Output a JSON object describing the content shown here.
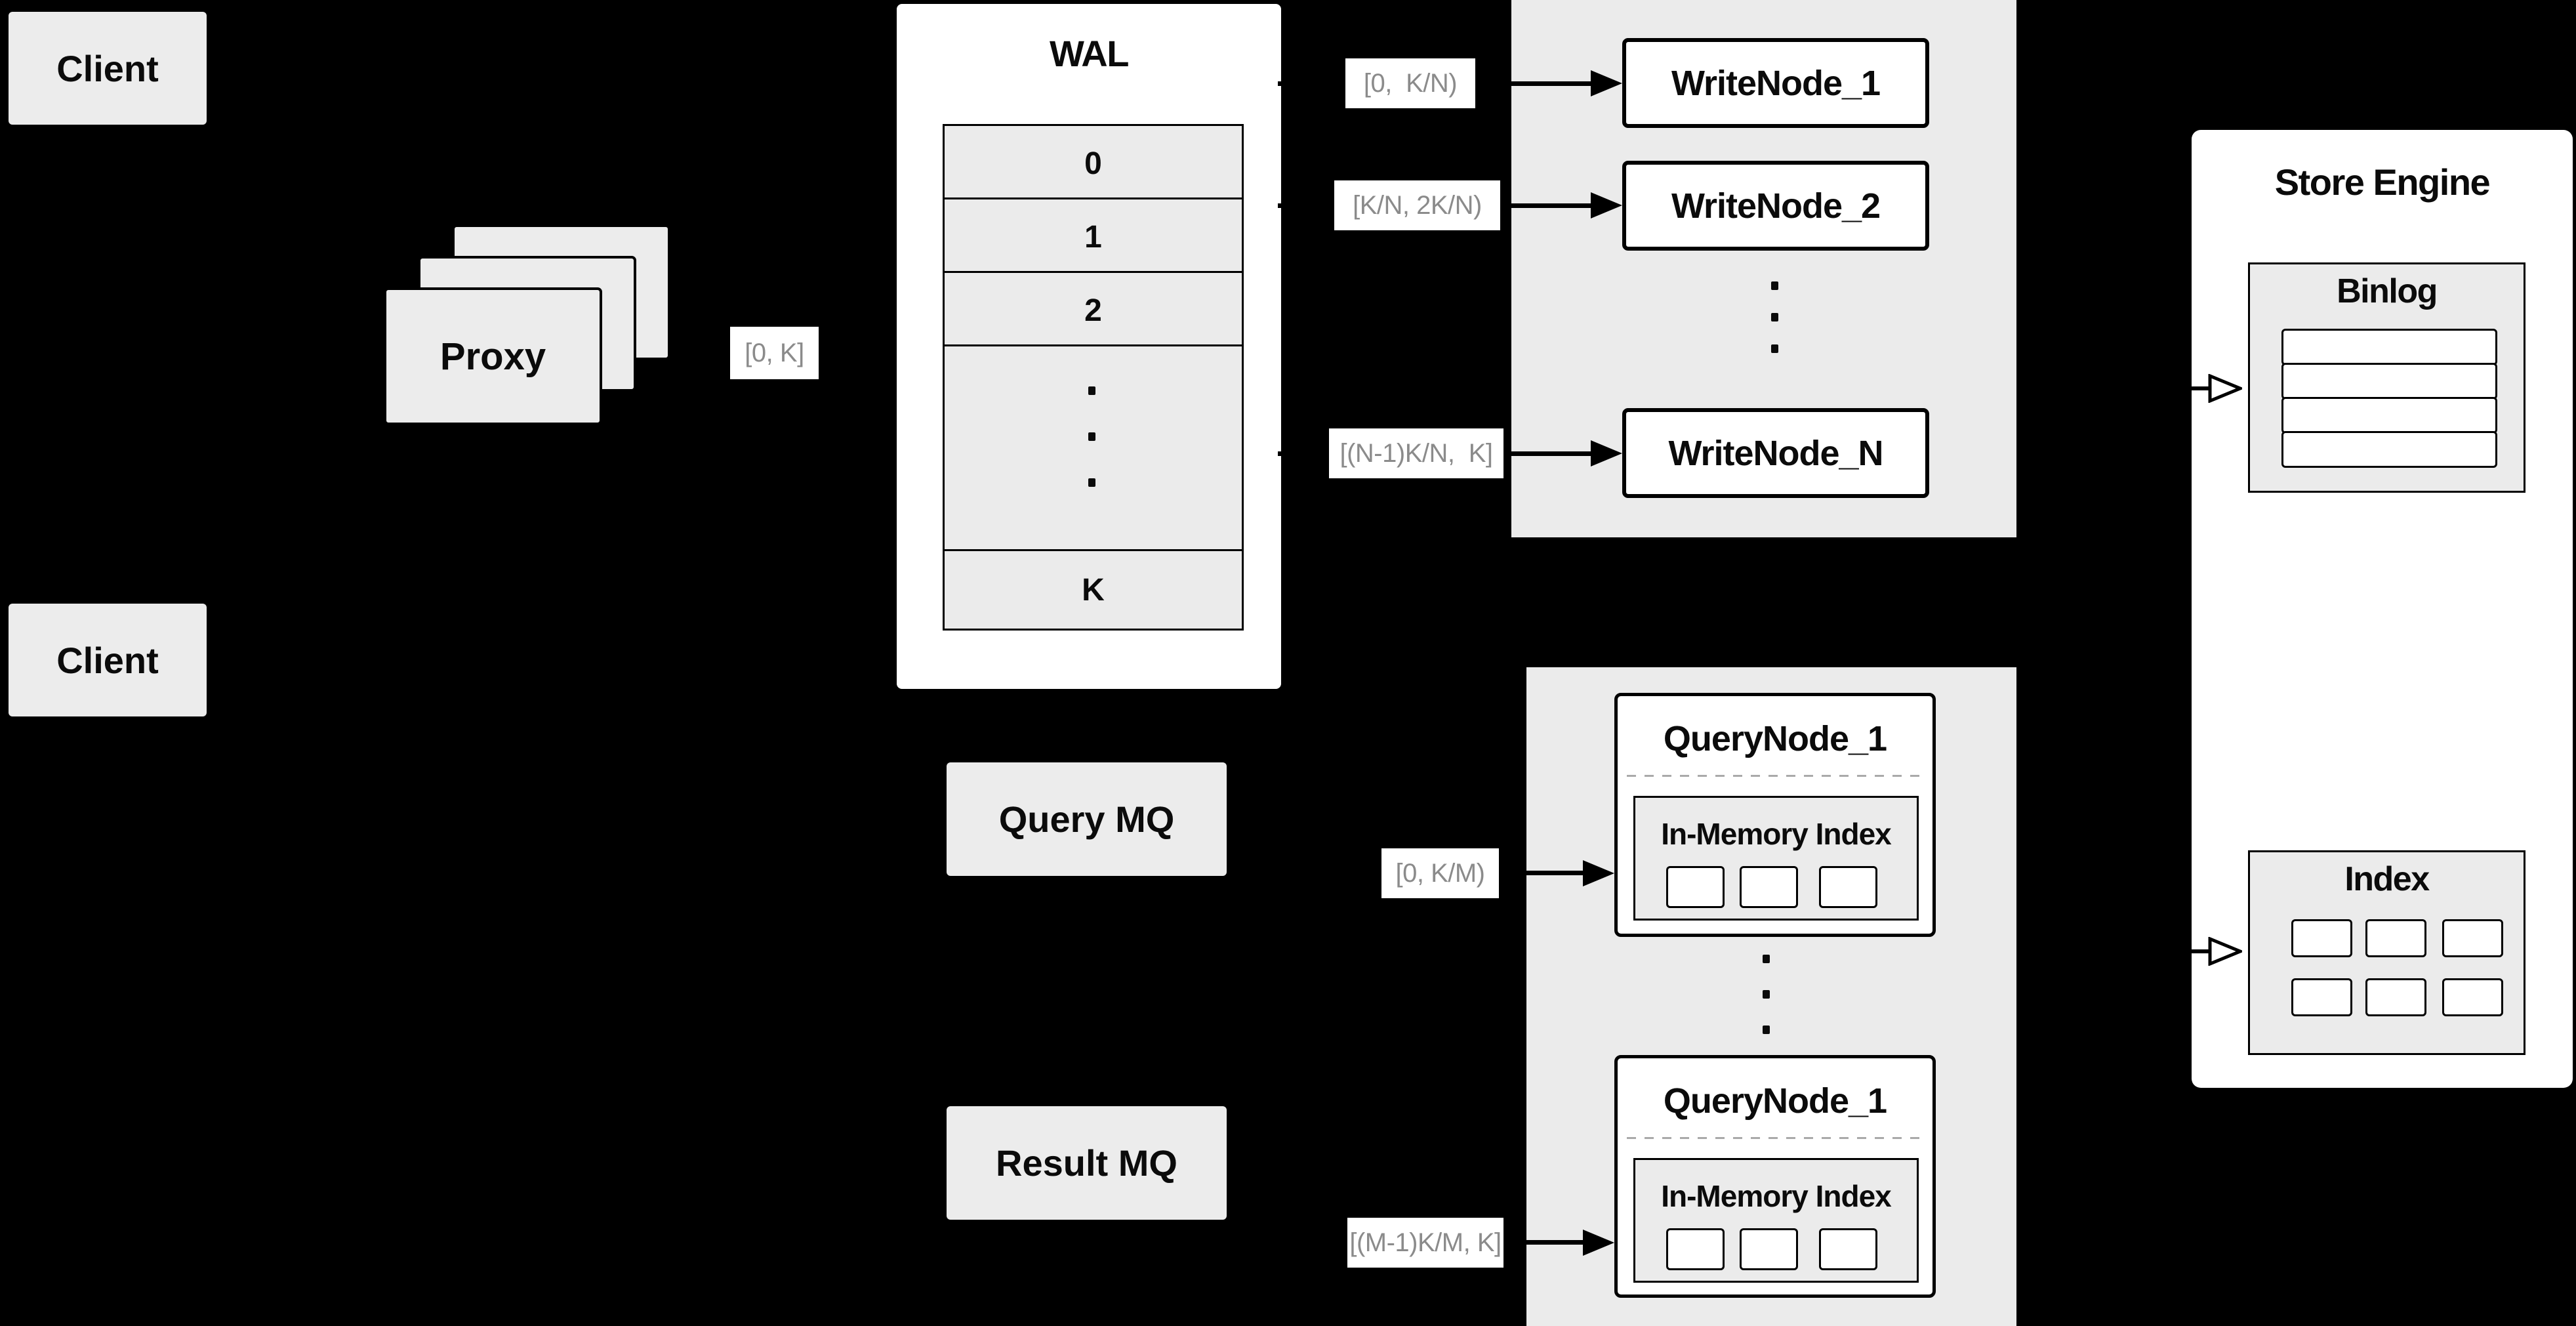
{
  "nodes": {
    "client_top": {
      "label": "Client"
    },
    "client_bottom": {
      "label": "Client"
    },
    "proxy": {
      "label": "Proxy"
    },
    "wal": {
      "title": "WAL",
      "segments": [
        "0",
        "1",
        "2"
      ],
      "last_segment": "K"
    },
    "write_group": {
      "nodes": [
        "WriteNode_1",
        "WriteNode_2",
        "WriteNode_N"
      ]
    },
    "query_mq": {
      "label": "Query MQ"
    },
    "result_mq": {
      "label": "Result MQ"
    },
    "query_group": {
      "nodes": [
        {
          "title": "QueryNode_1",
          "subbox": "In-Memory Index"
        },
        {
          "title": "QueryNode_1",
          "subbox": "In-Memory Index"
        }
      ]
    },
    "store_engine": {
      "title": "Store Engine",
      "binlog_title": "Binlog",
      "index_title": "Index"
    }
  },
  "edge_labels": {
    "proxy_to_wal": "[0, K]",
    "wal_to_write_1": "[0,  K/N)",
    "wal_to_write_2": "[K/N, 2K/N)",
    "wal_to_write_n": "[(N-1)K/N,  K]",
    "query_mq_to_node_1": "[0, K/M)",
    "query_mq_to_node_2": "[(M-1)K/M, K]"
  },
  "colors": {
    "background": "#000000",
    "panel_white": "#ffffff",
    "box_light": "#ececec",
    "box_gray": "#ebebeb",
    "text": "#0b0b0b",
    "label_text": "#8b8b8b",
    "divider": "#a9a9a9"
  }
}
